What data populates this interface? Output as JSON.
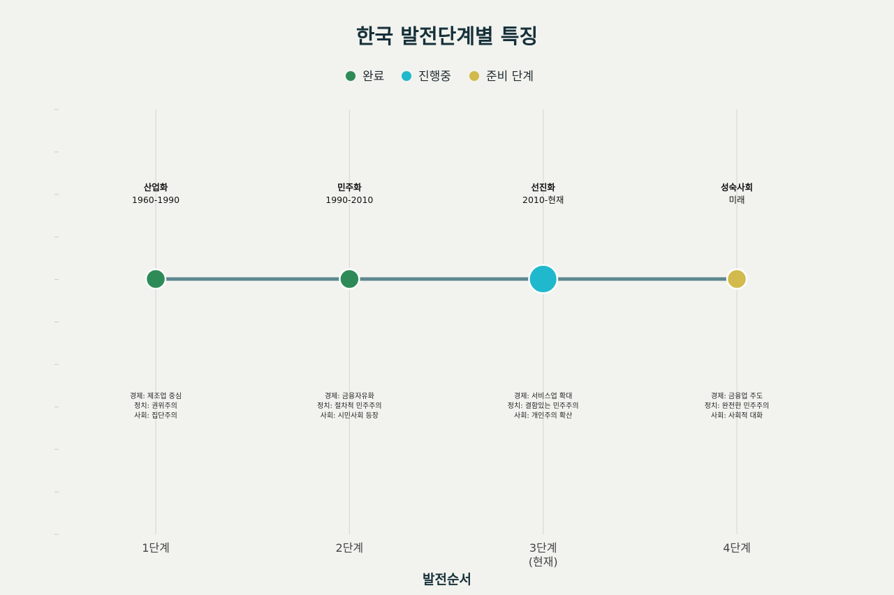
{
  "chart_data": {
    "type": "scatter",
    "title": "한국 발전단계별 특징",
    "xlabel": "발전순서",
    "ylabel": "",
    "categories": [
      "1단계",
      "2단계",
      "3단계\n(현재)",
      "4단계"
    ],
    "legend": {
      "placement": "top-center",
      "items": [
        {
          "label": "완료",
          "color": "#2e8b57"
        },
        {
          "label": "진행중",
          "color": "#1fb8cd"
        },
        {
          "label": "준비 단계",
          "color": "#d2ba4c"
        }
      ]
    },
    "connector_color": "#5d878f",
    "grid": true,
    "stages": [
      {
        "order": 1,
        "name": "산업화",
        "period": "1960-1990",
        "status": "완료",
        "color": "#2e8b57",
        "size": 1,
        "details": [
          "경제: 제조업 중심",
          "정치: 권위주의",
          "사회: 집단주의"
        ]
      },
      {
        "order": 2,
        "name": "민주화",
        "period": "1990-2010",
        "status": "완료",
        "color": "#2e8b57",
        "size": 1,
        "details": [
          "경제: 금융자유화",
          "정치: 절차적 민주주의",
          "사회: 시민사회 등장"
        ]
      },
      {
        "order": 3,
        "name": "선진화",
        "period": "2010-현재",
        "status": "진행중",
        "color": "#1fb8cd",
        "size": 1.45,
        "details": [
          "경제: 서비스업 확대",
          "정치: 결함있는 민주주의",
          "사회: 개인주의 확산"
        ]
      },
      {
        "order": 4,
        "name": "성숙사회",
        "period": "미래",
        "status": "준비 단계",
        "color": "#d2ba4c",
        "size": 1,
        "details": [
          "경제: 금융업 주도",
          "정치: 완전한 민주주의",
          "사회: 사회적 대화"
        ]
      }
    ]
  }
}
